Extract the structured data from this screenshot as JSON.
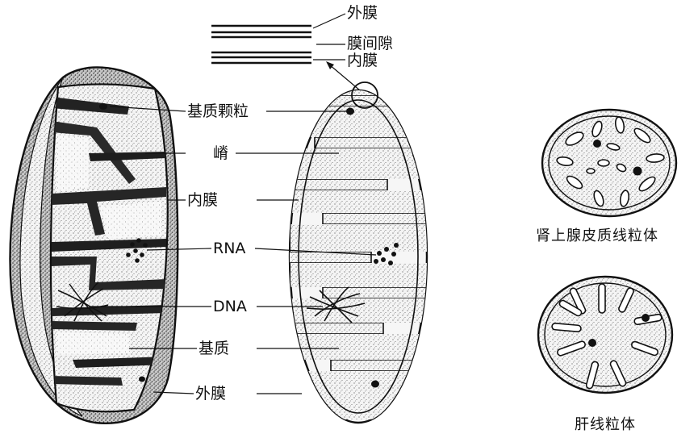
{
  "membrane_detail": {
    "outer": "外膜",
    "intermembrane": "膜间隙",
    "inner": "内膜"
  },
  "center_labels": {
    "granule": "基质颗粒",
    "crista": "嵴",
    "inner": "内膜",
    "rna": "RNA",
    "dna": "DNA",
    "matrix": "基质",
    "outer": "外膜"
  },
  "captions": {
    "adrenal": "肾上腺皮质线粒体",
    "liver": "肝线粒体"
  }
}
